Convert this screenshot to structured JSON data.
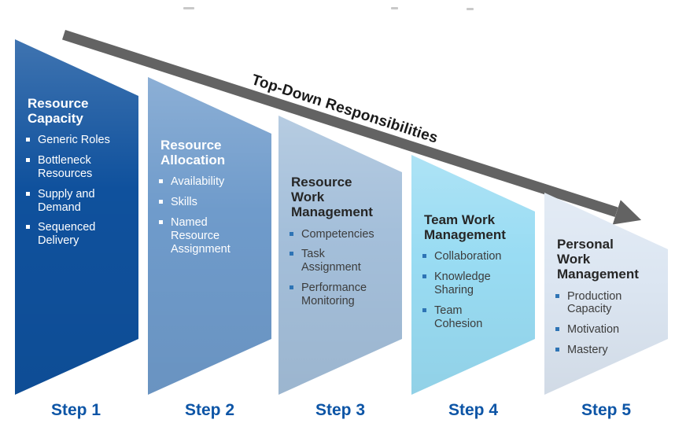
{
  "diagram": {
    "arrow": {
      "label": "Top-Down Responsibilities",
      "color": "#636363"
    },
    "colors": {
      "step_label": "#0D55A6",
      "bullet_marker_dark_theme": "#2E74B5",
      "bullet_marker_light_theme": "#FFFFFF",
      "title_dark": "#262626",
      "title_light": "#FFFFFF"
    },
    "steps": [
      {
        "label": "Step 1",
        "title": "Resource\nCapacity",
        "fill": "#0F519D",
        "theme": "light",
        "bullets": [
          "Generic Roles",
          "Bottleneck\nResources",
          "Supply and\nDemand",
          "Sequenced\nDelivery"
        ]
      },
      {
        "label": "Step 2",
        "title": "Resource\nAllocation",
        "fill": "#6F9BCB",
        "theme": "light",
        "bullets": [
          "Availability",
          "Skills",
          "Named\nResource\nAssignment"
        ]
      },
      {
        "label": "Step 3",
        "title": "Resource\nWork\nManagement",
        "fill": "#A4BFDA",
        "theme": "dark",
        "bullets": [
          "Competencies",
          "Task\nAssignment",
          "Performance\nMonitoring"
        ]
      },
      {
        "label": "Step 4",
        "title": "Team Work\nManagement",
        "fill": "#99DCF3",
        "theme": "dark",
        "bullets": [
          "Collaboration",
          "Knowledge\nSharing",
          "Team\nCohesion"
        ]
      },
      {
        "label": "Step 5",
        "title": "Personal\nWork\nManagement",
        "fill": "#DCE6F2",
        "theme": "dark",
        "bullets": [
          "Production\nCapacity",
          "Motivation",
          "Mastery"
        ]
      }
    ]
  }
}
